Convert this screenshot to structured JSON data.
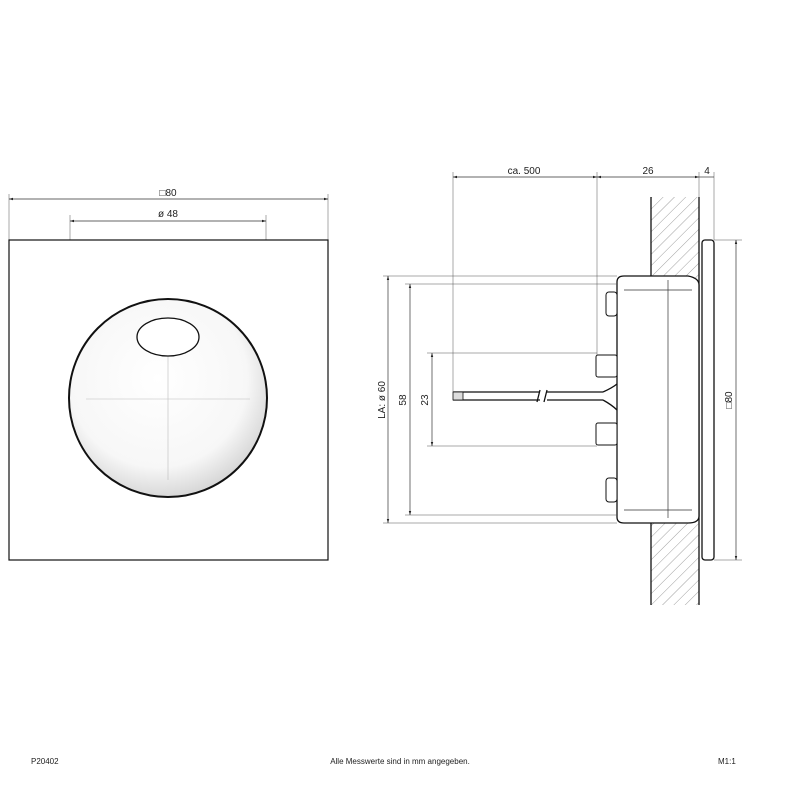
{
  "front_view": {
    "width_label": "□80",
    "diameter_label": "ø 48"
  },
  "side_view": {
    "cable_length_label": "ca. 500",
    "depth_label": "26",
    "plate_label": "4",
    "la_label": "LA: ø 60",
    "height_58_label": "58",
    "height_23_label": "23",
    "plate_size_label": "□80"
  },
  "footer": {
    "code": "P20402",
    "note": "Alle Messwerte sind in mm angegeben.",
    "scale": "M1:1"
  }
}
